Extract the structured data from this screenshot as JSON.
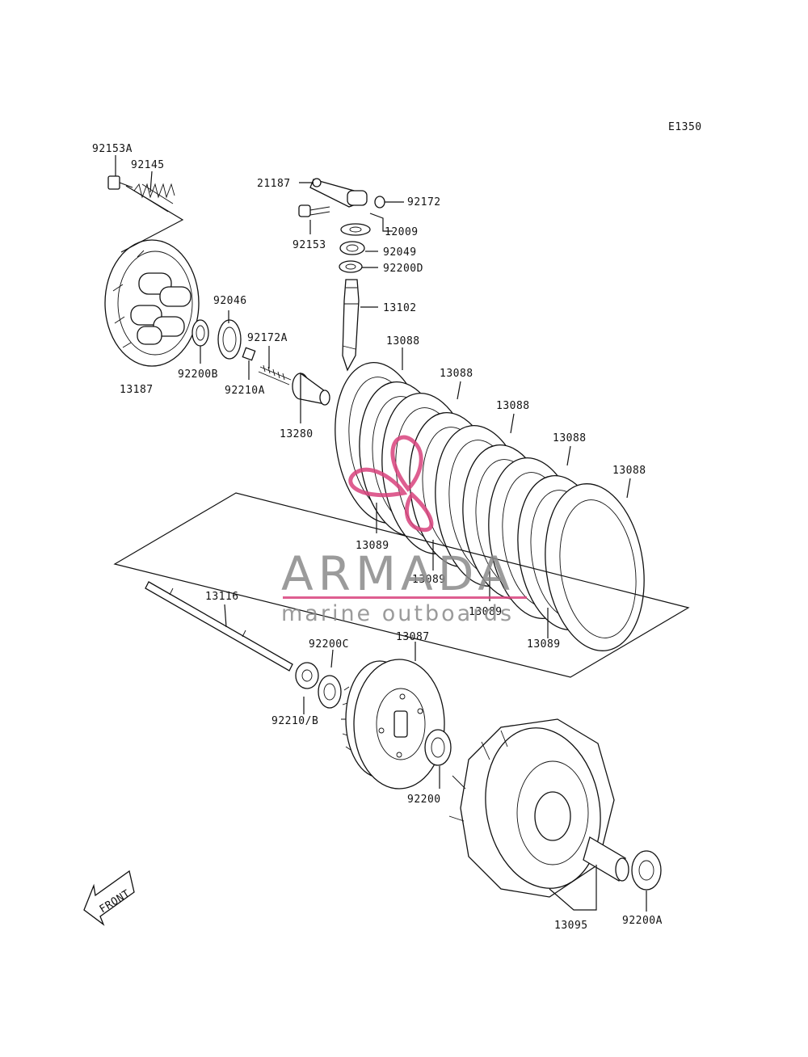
{
  "diagram_code": "E1350",
  "watermark": {
    "brand": "ARMADA",
    "tagline": "marine outboards",
    "accent_color": "#d9437d",
    "text_color": "#8a8a8a"
  },
  "front_arrow_label": "FRONT",
  "parts": {
    "p92153A": "92153A",
    "p92145": "92145",
    "p21187": "21187",
    "p92172": "92172",
    "p12009": "12009",
    "p92153": "92153",
    "p92049": "92049",
    "p92200D": "92200D",
    "p13102": "13102",
    "p92046": "92046",
    "p92172A": "92172A",
    "p92200B": "92200B",
    "p92210A": "92210A",
    "p13187": "13187",
    "p13280": "13280",
    "p13088": "13088",
    "p13089": "13089",
    "p13116": "13116",
    "p92200C": "92200C",
    "p13087": "13087",
    "p92210B": "92210/B",
    "p92200": "92200",
    "p13095": "13095",
    "p92200A": "92200A"
  }
}
